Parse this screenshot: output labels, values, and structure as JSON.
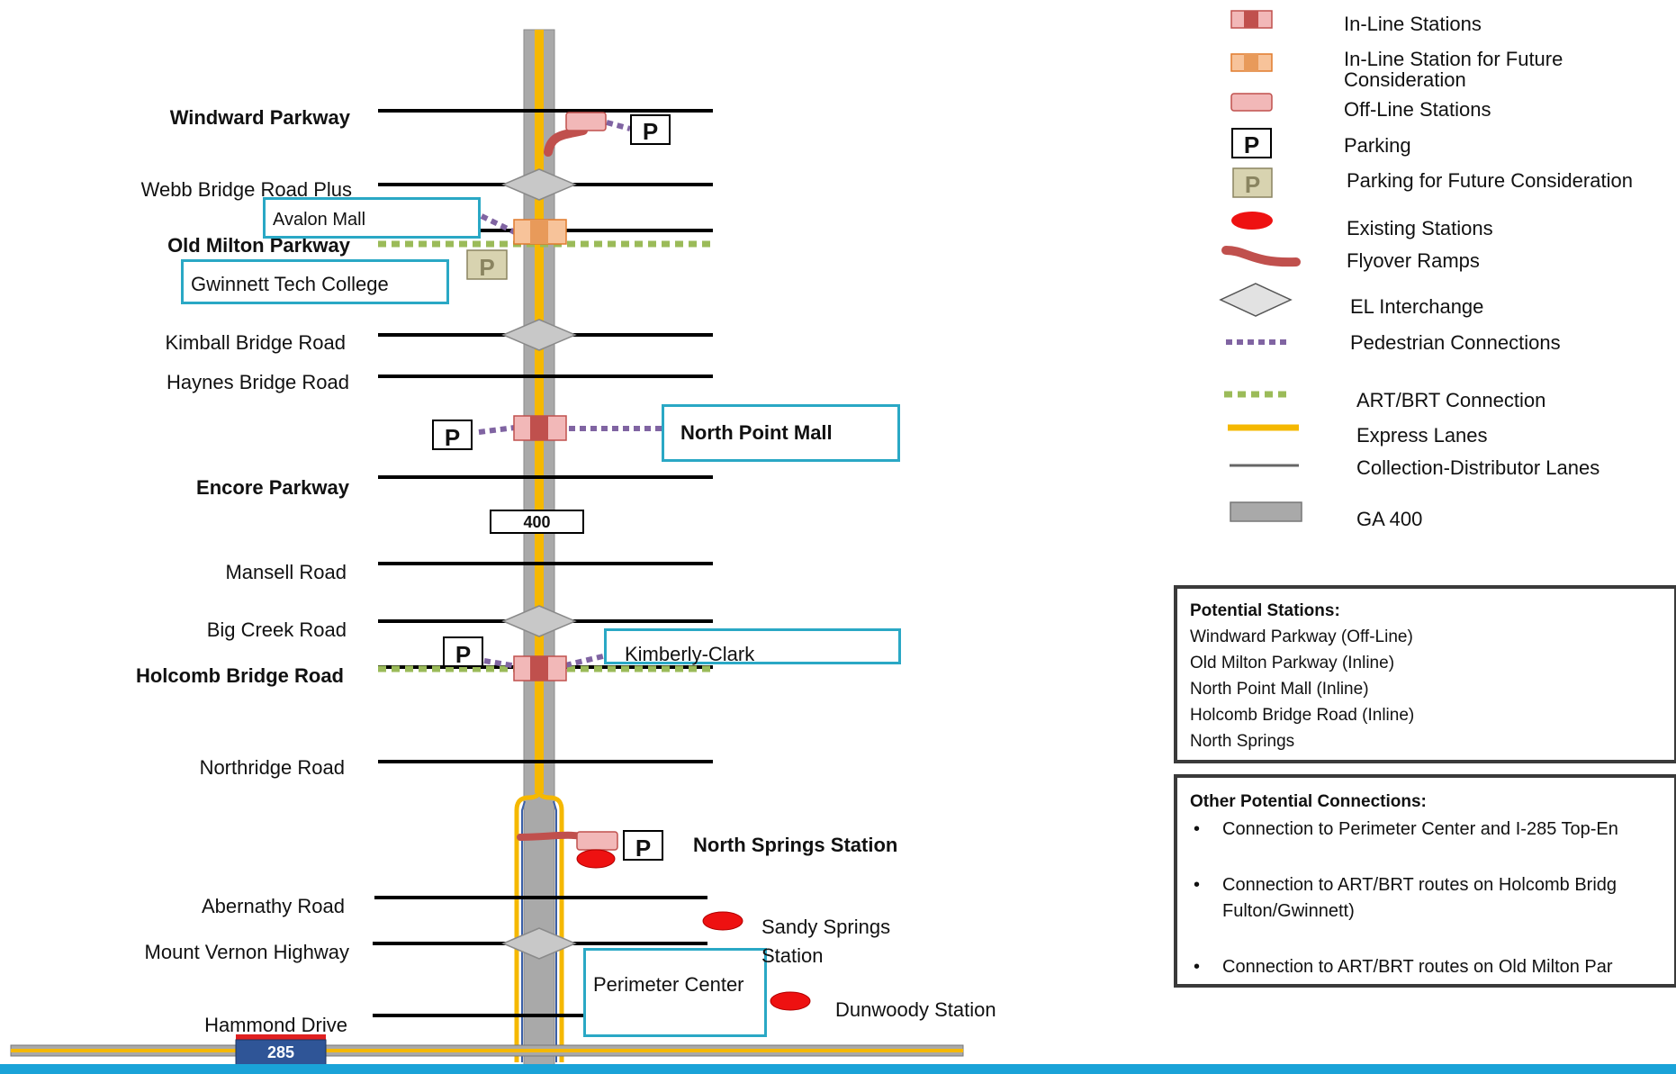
{
  "roads": [
    {
      "name": "Windward Parkway",
      "bold": true
    },
    {
      "name": "Webb Bridge Road Plus",
      "bold": false
    },
    {
      "name": "Old Milton Parkway",
      "bold": true
    },
    {
      "name": "Kimball Bridge Road",
      "bold": false
    },
    {
      "name": "Haynes Bridge Road",
      "bold": false
    },
    {
      "name": "Encore Parkway",
      "bold": true
    },
    {
      "name": "Mansell Road",
      "bold": false
    },
    {
      "name": "Big Creek Road",
      "bold": false
    },
    {
      "name": "Holcomb Bridge Road",
      "bold": true
    },
    {
      "name": "Northridge Road",
      "bold": false
    },
    {
      "name": "Abernathy Road",
      "bold": false
    },
    {
      "name": "Mount Vernon Highway",
      "bold": false
    },
    {
      "name": "Hammond Drive",
      "bold": false
    }
  ],
  "highway_shields": {
    "ga400": "400",
    "i285": "285"
  },
  "destinations": {
    "avalon_mall": "Avalon Mall",
    "gwinnett_tech": "Gwinnett Tech College",
    "north_point_mall": "North Point Mall",
    "kimberly_clark": "Kimberly-Clark",
    "north_springs_station": "North Springs Station",
    "sandy_springs_station": "Sandy Springs Station",
    "perimeter_center": "Perimeter Center",
    "dunwoody_station": "Dunwoody Station",
    "parking_symbol": "P"
  },
  "legend": [
    {
      "icon": "inline-station-icon",
      "label": "In-Line Stations"
    },
    {
      "icon": "future-inline-station-icon",
      "label": "In-Line Station for Future Consideration"
    },
    {
      "icon": "offline-station-icon",
      "label": "Off-Line Stations"
    },
    {
      "icon": "parking-icon",
      "label": "Parking"
    },
    {
      "icon": "future-parking-icon",
      "label": "Parking for Future Consideration"
    },
    {
      "icon": "existing-station-icon",
      "label": "Existing Stations"
    },
    {
      "icon": "flyover-ramp-icon",
      "label": "Flyover Ramps"
    },
    {
      "icon": "el-interchange-icon",
      "label": "EL Interchange"
    },
    {
      "icon": "pedestrian-connection-icon",
      "label": "Pedestrian Connections"
    },
    {
      "icon": "art-brt-connection-icon",
      "label": "ART/BRT Connection"
    },
    {
      "icon": "express-lanes-icon",
      "label": "Express Lanes"
    },
    {
      "icon": "cd-lanes-icon",
      "label": "Collection-Distributor Lanes"
    },
    {
      "icon": "ga400-icon",
      "label": "GA 400"
    }
  ],
  "potential_stations": {
    "heading": "Potential  Stations:",
    "items": [
      "Windward Parkway (Off-Line)",
      "Old Milton Parkway (Inline)",
      "North Point Mall (Inline)",
      "Holcomb Bridge Road (Inline)",
      "North Springs"
    ]
  },
  "other_connections": {
    "heading": "Other Potential Connections:",
    "items": [
      "Connection to Perimeter Center and I-285 Top-En",
      "Connection to ART/BRT routes on Holcomb Bridg",
      "Fulton/Gwinnett)",
      "Connection to ART/BRT routes on Old Milton Par"
    ]
  },
  "colors": {
    "express_lanes": "#f5b800",
    "ga400": "#a9a9a9",
    "station_red": "#c0504d",
    "station_pink": "#f2b8b8",
    "future_orange": "#f0a868",
    "existing_station": "#ee1111",
    "pedestrian": "#8064a2",
    "art_brt": "#9bbb59",
    "callout_border": "#2aa8c5",
    "interchange": "#c8c8c8"
  }
}
